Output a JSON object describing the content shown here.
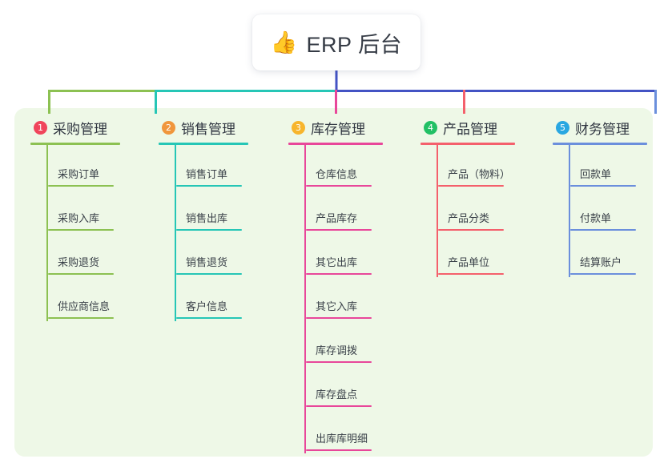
{
  "root": {
    "icon": "thumbs-up-icon",
    "emoji": "👍",
    "title": "ERP 后台"
  },
  "theme": {
    "panel_bg": "#eef8e7",
    "page_bg": "#ffffff",
    "root_connector": "#4353c4",
    "text": "#3a4149"
  },
  "columns": [
    {
      "number": "1",
      "label": "采购管理",
      "badge_color": "#f0455b",
      "line_color": "#8cc152",
      "items": [
        {
          "label": "采购订单"
        },
        {
          "label": "采购入库"
        },
        {
          "label": "采购退货"
        },
        {
          "label": "供应商信息"
        }
      ]
    },
    {
      "number": "2",
      "label": "销售管理",
      "badge_color": "#f0963c",
      "line_color": "#26c6b6",
      "items": [
        {
          "label": "销售订单"
        },
        {
          "label": "销售出库"
        },
        {
          "label": "销售退货"
        },
        {
          "label": "客户信息"
        }
      ]
    },
    {
      "number": "3",
      "label": "库存管理",
      "badge_color": "#f7b52c",
      "line_color": "#e8479a",
      "items": [
        {
          "label": "仓库信息"
        },
        {
          "label": "产品库存"
        },
        {
          "label": "其它出库"
        },
        {
          "label": "其它入库"
        },
        {
          "label": "库存调拨"
        },
        {
          "label": "库存盘点"
        },
        {
          "label": "出库库明细"
        }
      ]
    },
    {
      "number": "4",
      "label": "产品管理",
      "badge_color": "#22c065",
      "line_color": "#f4606c",
      "items": [
        {
          "label": "产品（物料）"
        },
        {
          "label": "产品分类"
        },
        {
          "label": "产品单位"
        }
      ]
    },
    {
      "number": "5",
      "label": "财务管理",
      "badge_color": "#29a7e1",
      "line_color": "#6b8fdc",
      "items": [
        {
          "label": "回款单"
        },
        {
          "label": "付款单"
        },
        {
          "label": "结算账户"
        }
      ]
    }
  ]
}
